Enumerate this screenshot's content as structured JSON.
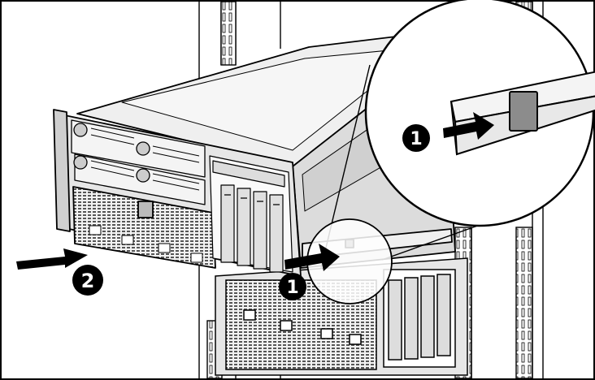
{
  "callouts": {
    "step_1_primary": "1",
    "step_1_zoom": "1",
    "step_2": "2"
  },
  "colors": {
    "outline": "#000000",
    "background": "#ffffff",
    "chassis_face": "#e6e6e6",
    "chassis_top": "#efefef",
    "shadow": "#bfbfbf",
    "release_tab": "#8c8c8c"
  },
  "icons": [
    "rack-rail",
    "server-chassis",
    "drive-bay",
    "release-tab",
    "push-arrow",
    "magnifier-callout"
  ]
}
